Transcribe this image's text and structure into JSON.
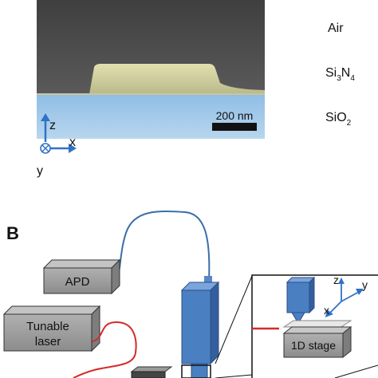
{
  "panel_a": {
    "materials": {
      "air": "Air",
      "si3n4": {
        "base": "Si",
        "sub1": "3",
        "mid": "N",
        "sub2": "4"
      },
      "sio2": {
        "base": "SiO",
        "sub": "2"
      }
    },
    "scale_bar_label": "200 nm",
    "axes": {
      "z": "z",
      "x": "x",
      "y": "y"
    }
  },
  "panel_b": {
    "label": "B",
    "apd_label": "APD",
    "laser_label": [
      "Tunable",
      "laser"
    ],
    "inset": {
      "stage_label": "1D stage",
      "axes": {
        "z": "z",
        "y": "y",
        "x": "x"
      }
    }
  },
  "colors": {
    "sem_dark": "#4a4a4a",
    "sem_substrate": "#a9cbe8",
    "waveguide": "#cfcf9c",
    "fiber": "#3a6ea8",
    "laser_fiber": "#d42a2a",
    "block_gray": "#9a9a9a",
    "objective_blue": "#4a7fc1"
  }
}
